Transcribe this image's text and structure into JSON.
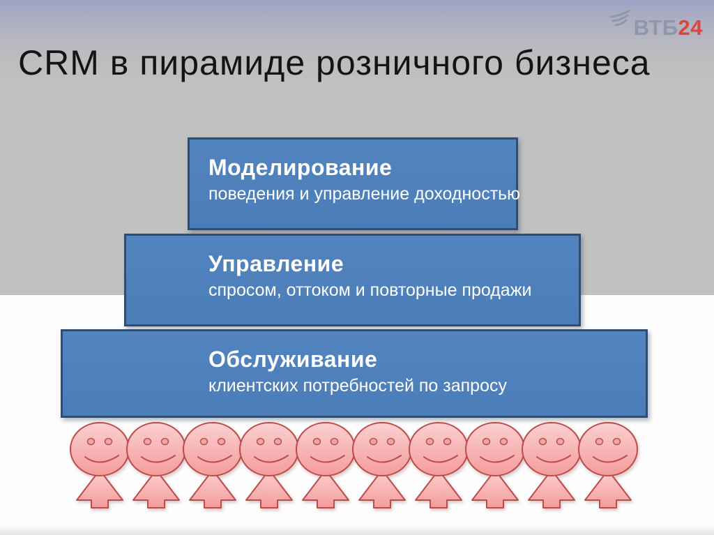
{
  "slide": {
    "title": "CRM в пирамиде розничного бизнеса"
  },
  "logo": {
    "icon": "wing-icon",
    "brand": "ВТБ",
    "brand_suffix": "24",
    "brand_color": "#8F97AA",
    "suffix_color": "#D9473D"
  },
  "pyramid": {
    "levels": [
      {
        "title": "Моделирование",
        "subtitle": "поведения и управление доходностью"
      },
      {
        "title": "Управление",
        "subtitle": "спросом, оттоком и повторные продажи"
      },
      {
        "title": "Обслуживание",
        "subtitle": "клиентских потребностей по запросу"
      }
    ],
    "box_fill": "#4E80BC",
    "box_border": "#2E4D75",
    "text_color": "#FFFFFF"
  },
  "audience": {
    "count": 10,
    "figure_fill": "#F7ABAB",
    "figure_outline": "#BE4B48"
  }
}
